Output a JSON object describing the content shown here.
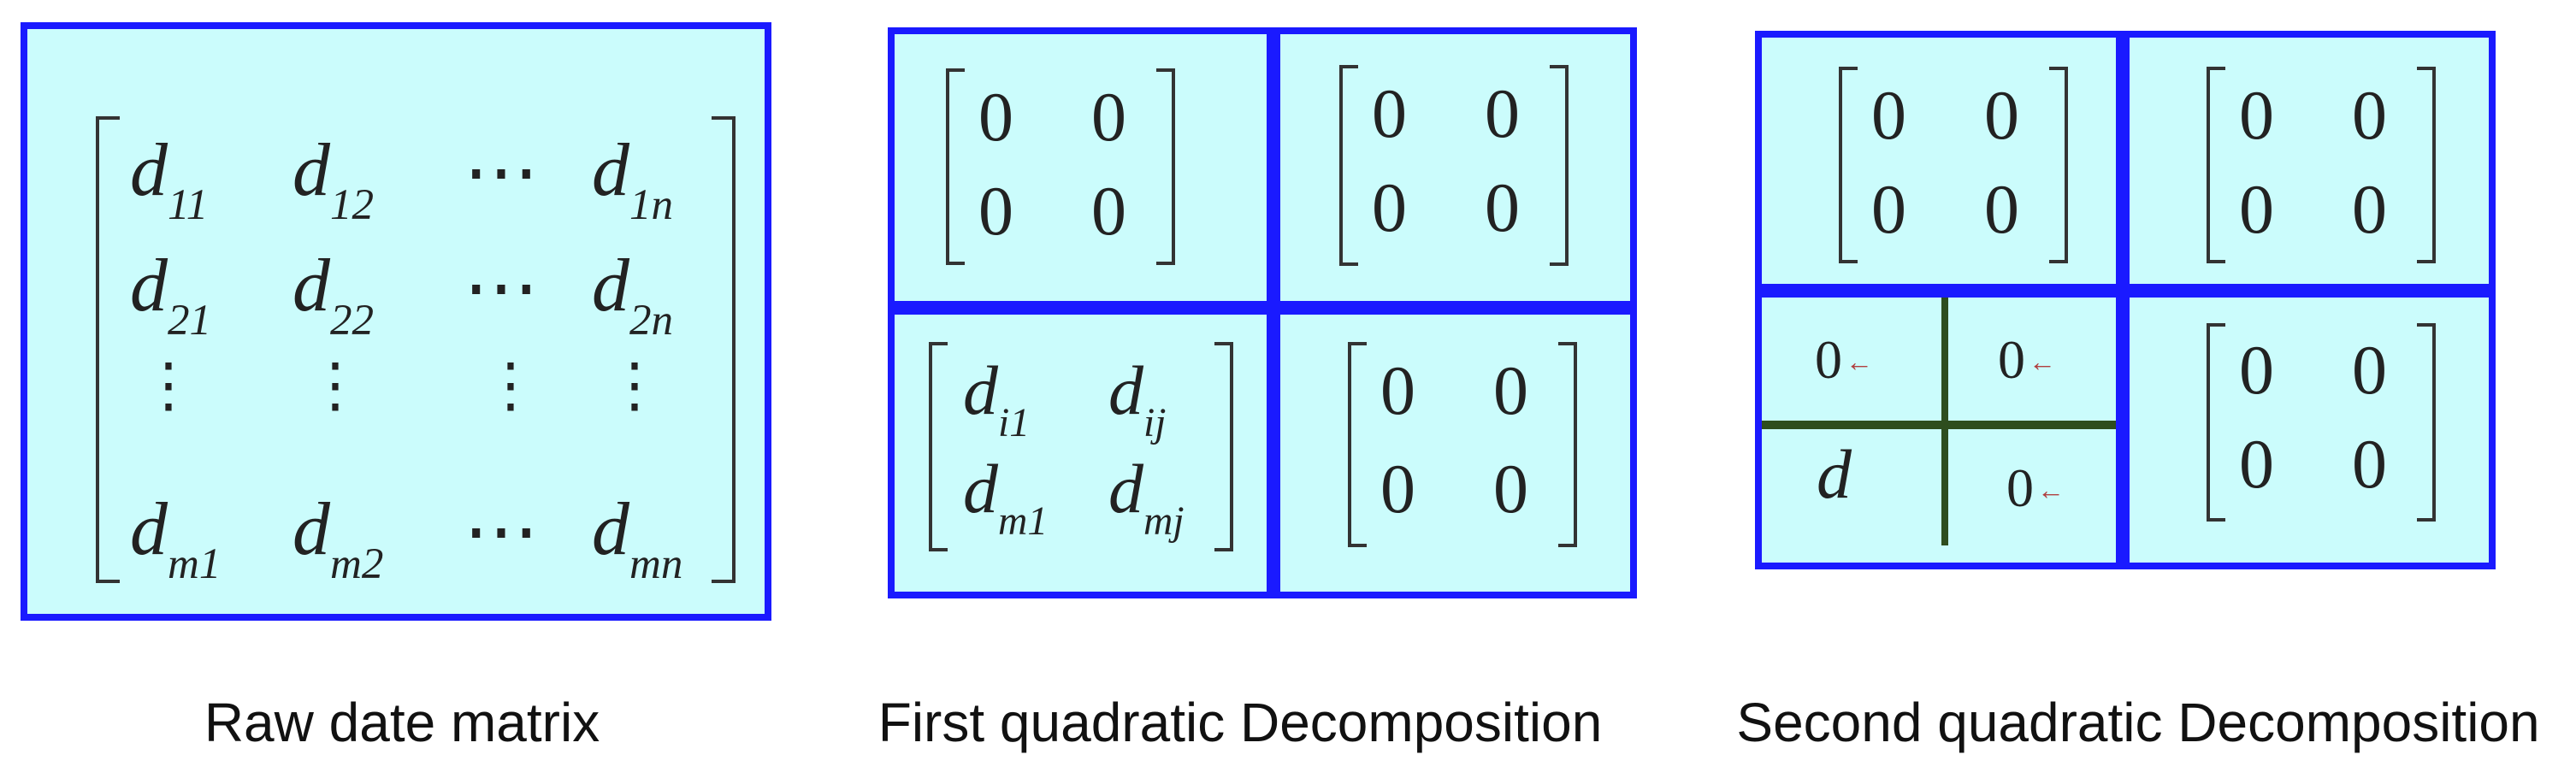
{
  "panels": {
    "raw": {
      "caption": "Raw date matrix",
      "matrix": [
        [
          [
            "d",
            "11"
          ],
          [
            "d",
            "12"
          ],
          [
            "⋯",
            ""
          ],
          [
            "d",
            "1n"
          ]
        ],
        [
          [
            "d",
            "21"
          ],
          [
            "d",
            "22"
          ],
          [
            "⋯",
            ""
          ],
          [
            "d",
            "2n"
          ]
        ],
        [
          [
            "⋮",
            ""
          ],
          [
            "⋮",
            ""
          ],
          [
            "⋮",
            ""
          ],
          [
            "⋮",
            ""
          ]
        ],
        [
          [
            "d",
            "m1"
          ],
          [
            "d",
            "m2"
          ],
          [
            "⋯",
            ""
          ],
          [
            "d",
            "mn"
          ]
        ]
      ]
    },
    "first": {
      "caption": "First quadratic Decomposition",
      "zero": "0",
      "sub_matrix": [
        [
          [
            "d",
            "i1"
          ],
          [
            "d",
            "ij"
          ]
        ],
        [
          [
            "d",
            "m1"
          ],
          [
            "d",
            "mj"
          ]
        ]
      ]
    },
    "second": {
      "caption": "Second quadratic Decomposition",
      "zero": "0",
      "d_label": "d",
      "arrow": "←"
    }
  },
  "colors": {
    "panel_fill": "#cbfcfc",
    "panel_border": "#1a1aff",
    "inner_line": "#2e4d1e"
  }
}
